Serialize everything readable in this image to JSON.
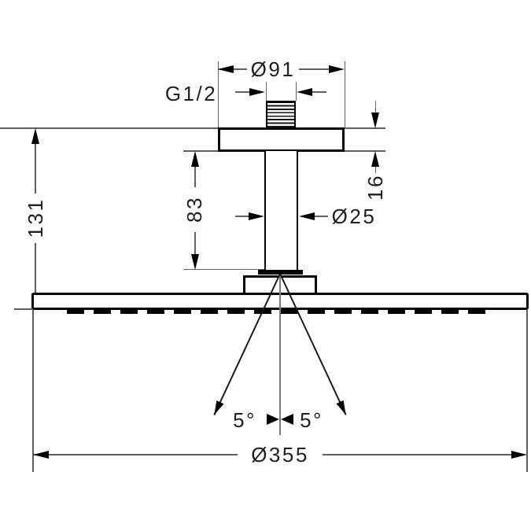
{
  "drawing": {
    "kind": "technical dimension drawing",
    "dims": {
      "thread": "G1/2",
      "flange_diameter": "Ø91",
      "overall_height": "131",
      "pipe_length": "83",
      "pipe_diameter": "Ø25",
      "flange_thickness": "16",
      "head_diameter": "Ø355",
      "spray_angle_left": "5°",
      "spray_angle_right": "5°"
    },
    "colors": {
      "background": "#ffffff",
      "object_lines": "#000000",
      "dimension_lines": "#5f5f5f",
      "text": "#1f1f1f"
    }
  }
}
